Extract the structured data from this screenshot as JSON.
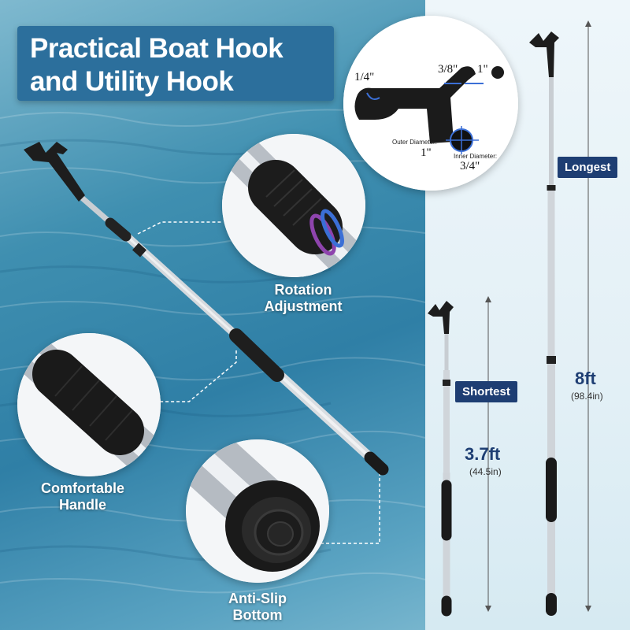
{
  "title": {
    "line1": "Practical Boat Hook",
    "line2": "and Utility Hook"
  },
  "features": {
    "rotation": {
      "line1": "Rotation",
      "line2": "Adjustment"
    },
    "handle": {
      "line1": "Comfortable",
      "line2": "Handle"
    },
    "bottom": {
      "line1": "Anti-Slip",
      "line2": "Bottom"
    }
  },
  "hook_dimensions": {
    "d1": "1/4\"",
    "d2": "3/8\"",
    "d3": "1\"",
    "outer_label": "Outer Diameter:",
    "outer_value": "1\"",
    "inner_label": "Inner Diameter:",
    "inner_value": "3/4\""
  },
  "lengths": {
    "longest": {
      "tag": "Longest",
      "value": "8ft",
      "sub": "(98.4in)"
    },
    "shortest": {
      "tag": "Shortest",
      "value": "3.7ft",
      "sub": "(44.5in)"
    }
  },
  "colors": {
    "title_bg": "#2c6f9c",
    "tag_bg": "#1e3e73",
    "accent": "#1e3e73"
  }
}
